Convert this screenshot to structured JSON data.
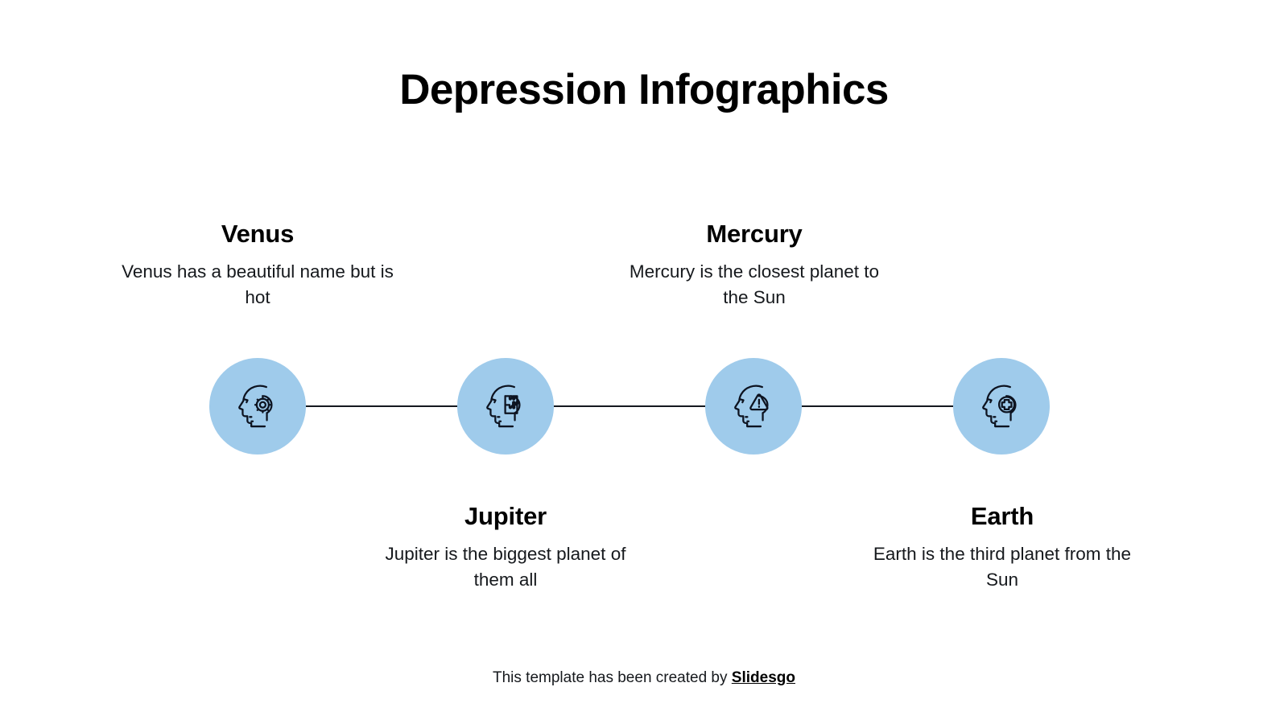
{
  "slide": {
    "title": "Depression Infographics",
    "background_color": "#ffffff",
    "accent_color": "#9fcbeb",
    "line_color": "#14181f",
    "text_color": "#16191d"
  },
  "nodes": [
    {
      "icon": "head-gear-icon",
      "icon_label": "head with gear"
    },
    {
      "icon": "head-puzzle-icon",
      "icon_label": "head with puzzle pieces"
    },
    {
      "icon": "head-warning-icon",
      "icon_label": "head with warning triangle"
    },
    {
      "icon": "head-medical-icon",
      "icon_label": "head with medical cross"
    }
  ],
  "blocks": [
    {
      "key": "venus",
      "heading": "Venus",
      "body": "Venus has a beautiful name but is hot"
    },
    {
      "key": "mercury",
      "heading": "Mercury",
      "body": "Mercury is the closest planet to the Sun"
    },
    {
      "key": "jupiter",
      "heading": "Jupiter",
      "body": "Jupiter is the biggest planet of them all"
    },
    {
      "key": "earth",
      "heading": "Earth",
      "body": "Earth is the third planet from the Sun"
    }
  ],
  "footer": {
    "prefix": "This template has been created by ",
    "brand": "Slidesgo"
  }
}
